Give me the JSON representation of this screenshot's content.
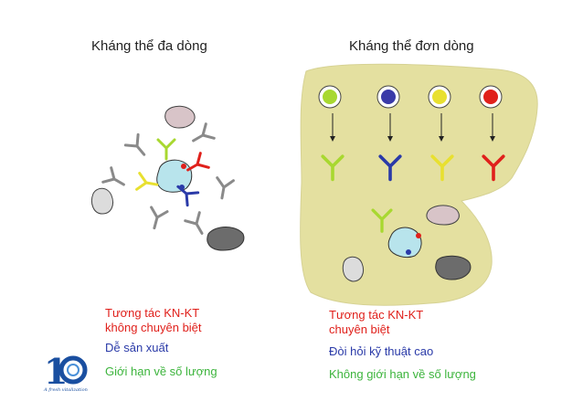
{
  "left": {
    "title": "Kháng thể đa dòng",
    "notes": {
      "interaction_line1": "Tương tác KN-KT",
      "interaction_line2": "không chuyên biệt",
      "production": "Dễ sản xuất",
      "quantity": "Giới hạn về số lượng"
    }
  },
  "right": {
    "title": "Kháng thể đơn dòng",
    "notes": {
      "interaction_line1": "Tương tác KN-KT",
      "interaction_line2": "chuyên biệt",
      "technique": "Đòi hỏi kỹ thuật cao",
      "quantity": "Không giới hạn về số lượng"
    }
  },
  "logo": {
    "text": "1",
    "tagline": "A fresh vitalization"
  },
  "colors": {
    "red": "#e0201b",
    "blue": "#2a3aa8",
    "green": "#3cb43c",
    "yellow_green": "#a8d830",
    "yellow": "#e8e030",
    "gray": "#8a8a8a",
    "blob": "#e4e0a0",
    "antigen_fill": "#b8e4ec"
  }
}
